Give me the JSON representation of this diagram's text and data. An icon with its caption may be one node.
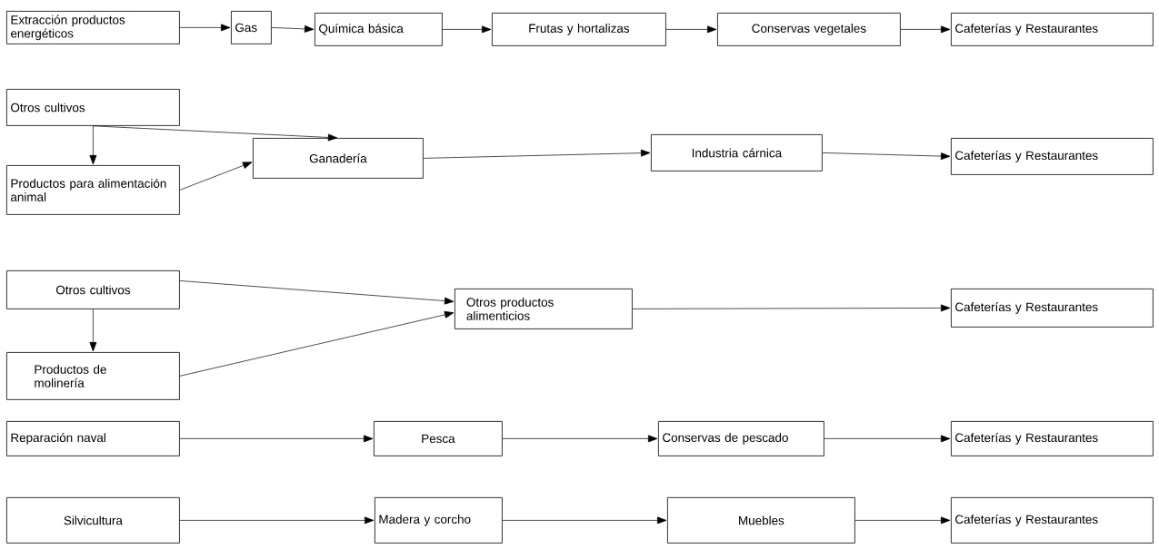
{
  "diagram": {
    "nodes": [
      {
        "text": [
          "Extracción productos energéticos"
        ]
      },
      {
        "text": [
          "Gas"
        ]
      },
      {
        "text": [
          "Química básica"
        ]
      },
      {
        "text": [
          "Frutas y hortalizas"
        ]
      },
      {
        "text": [
          "Conservas vegetales"
        ]
      },
      {
        "text": [
          "Cafeterías y Restaurantes"
        ]
      },
      {
        "text": [
          "Otros cultivos"
        ]
      },
      {
        "text": [
          "Productos para alimentación animal"
        ]
      },
      {
        "text": [
          "Ganadería"
        ]
      },
      {
        "text": [
          "Industria cárnica"
        ]
      },
      {
        "text": [
          "Cafeterías y Restaurantes"
        ]
      },
      {
        "text": [
          "Otros cultivos"
        ]
      },
      {
        "text": [
          "Productos de molinería"
        ]
      },
      {
        "text": [
          "Otros productos alimenticios"
        ]
      },
      {
        "text": [
          "Cafeterías y Restaurantes"
        ]
      },
      {
        "text": [
          "Reparación naval"
        ]
      },
      {
        "text": [
          "Pesca"
        ]
      },
      {
        "text": [
          "Conservas de pescado"
        ]
      },
      {
        "text": [
          "Cafeterías y Restaurantes"
        ]
      },
      {
        "text": [
          "Silvicultura"
        ]
      },
      {
        "text": [
          "Madera y corcho"
        ]
      },
      {
        "text": [
          "Muebles"
        ]
      },
      {
        "text": [
          "Cafeterías y Restaurantes"
        ]
      }
    ],
    "edges": [
      {
        "from": 0,
        "to": 1,
        "arrow": "to"
      },
      {
        "from": 1,
        "to": 2,
        "arrow": "to"
      },
      {
        "from": 2,
        "to": 3,
        "arrow": "to"
      },
      {
        "from": 3,
        "to": 4,
        "arrow": "to"
      },
      {
        "from": 4,
        "to": 5,
        "arrow": "to"
      },
      {
        "from": 6,
        "to": 8,
        "arrow": "to"
      },
      {
        "from": 7,
        "to": 8,
        "arrow": "to"
      },
      {
        "from": 6,
        "to": 7,
        "arrow": "to"
      },
      {
        "from": 8,
        "to": 9,
        "arrow": "to"
      },
      {
        "from": 9,
        "to": 10,
        "arrow": "to"
      },
      {
        "from": 11,
        "to": 13,
        "arrow": "to"
      },
      {
        "from": 12,
        "to": 13,
        "arrow": "to"
      },
      {
        "from": 11,
        "to": 12,
        "arrow": "to"
      },
      {
        "from": 13,
        "to": 14,
        "arrow": "to"
      },
      {
        "from": 15,
        "to": 16,
        "arrow": "to"
      },
      {
        "from": 16,
        "to": 17,
        "arrow": "to"
      },
      {
        "from": 17,
        "to": 18,
        "arrow": "to"
      },
      {
        "from": 19,
        "to": 20,
        "arrow": "to"
      },
      {
        "from": 20,
        "to": 21,
        "arrow": "to"
      },
      {
        "from": 21,
        "to": 22,
        "arrow": "to"
      }
    ]
  }
}
